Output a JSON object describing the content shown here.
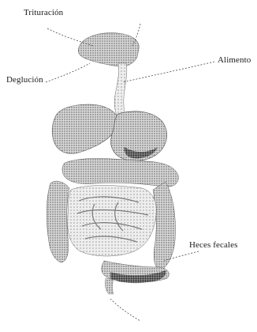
{
  "labels": {
    "trituracion": "Trituración",
    "deglucion": "Deglución",
    "alimento": "Alimento",
    "heces": "Heces fecales"
  }
}
